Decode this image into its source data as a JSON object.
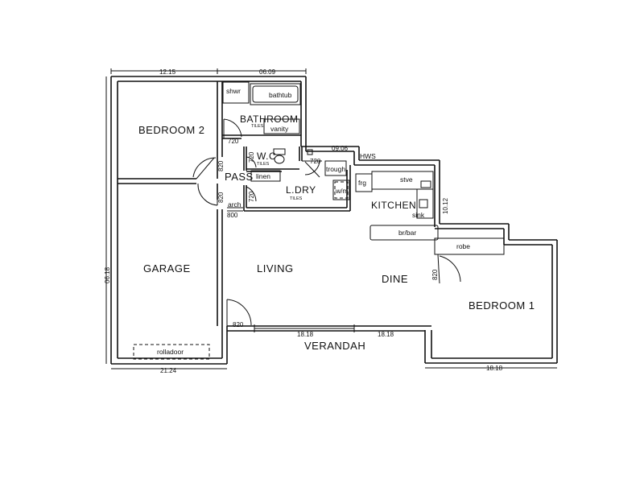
{
  "rooms": {
    "bedroom2": "BEDROOM 2",
    "bathroom": "BATHROOM",
    "wc": "W.C",
    "pass": "PASS",
    "ldry": "L.DRY",
    "kitchen": "KITCHEN",
    "garage": "GARAGE",
    "living": "LIVING",
    "dine": "DINE",
    "bedroom1": "BEDROOM 1",
    "verandah": "VERANDAH"
  },
  "fixtures": {
    "shwr": "shwr",
    "bathtub": "bathtub",
    "vanity": "vanity",
    "linen": "linen",
    "trough": "trough",
    "wm": "w/m",
    "frg": "frg",
    "stve": "stve",
    "sink": "sink",
    "brbar": "br/bar",
    "robe": "robe",
    "rolladoor": "rolladoor",
    "arch": "arch",
    "hws": "HWS"
  },
  "tile_notes": {
    "bathroom": "TILES",
    "wc": "TILES",
    "ldry": "TILES"
  },
  "dimensions": {
    "top_left": "12.15",
    "top_right": "06.09",
    "hws_dim": "09.06",
    "kitchen_side": "10.12",
    "garage_side": "06.18",
    "garage_bottom": "21.24",
    "verandah_left": "18.18",
    "verandah_right": "18.18",
    "bedroom1_bottom": "18.18",
    "door_720_bath": "720",
    "door_720_wc": "720",
    "door_720_ldry_top": "720",
    "door_720_ldry": "720",
    "door_820_bed2": "820",
    "door_820_pass": "820",
    "door_800": "800",
    "door_820_living": "820",
    "door_820_bed1": "820"
  }
}
